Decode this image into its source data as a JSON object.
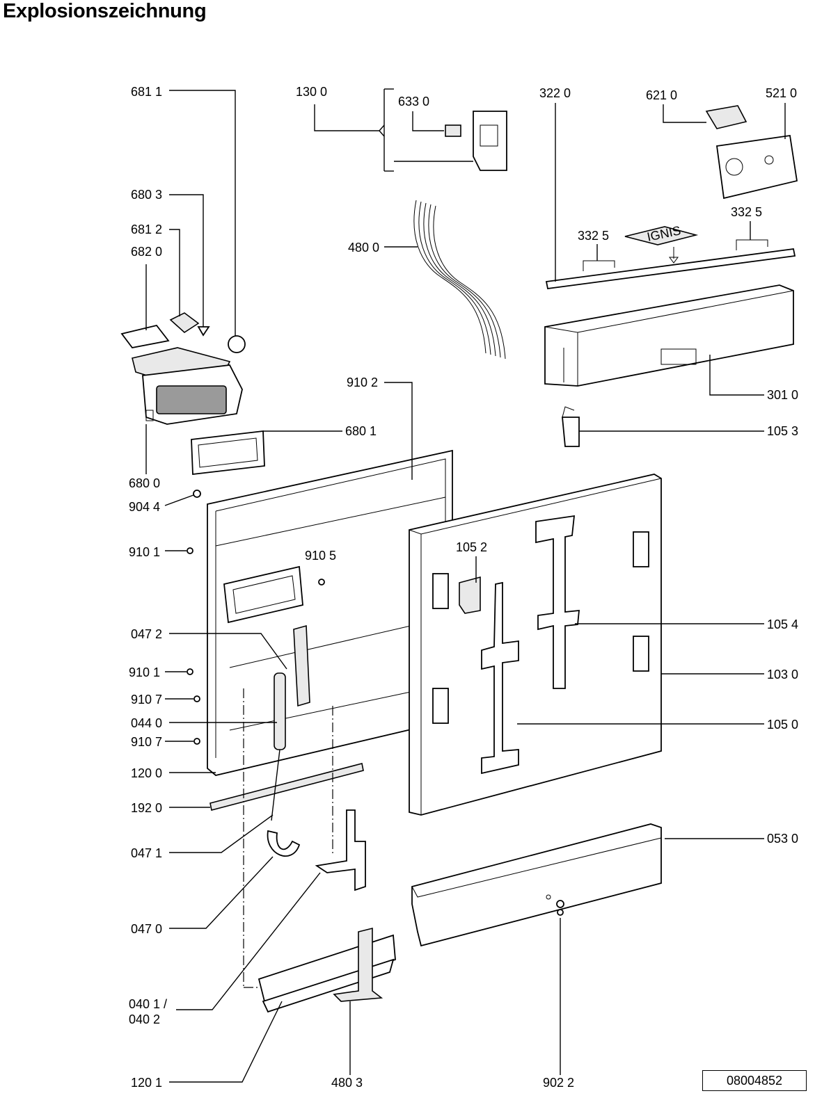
{
  "title": "Explosionszeichnung",
  "document_number": "08004852",
  "labels": {
    "p6811": "681 1",
    "p1300": "130 0",
    "p6330": "633 0",
    "p3220": "322  0",
    "p6210": "621 0",
    "p5210": "521 0",
    "p6803": "680 3",
    "p6812": "681 2",
    "p6820": "682 0",
    "p4800": "480 0",
    "p3325a": "332  5",
    "p3325b": "332  5",
    "p3010": "301 0",
    "p1053": "105 3",
    "p9102": "910 2",
    "p6801": "680 1",
    "p6800": "680 0",
    "p9044": "904 4",
    "p9101a": "910 1",
    "p9105": "910 5",
    "p1052": "105 2",
    "p1054": "105 4",
    "p0472": "047 2",
    "p9101b": "910 1",
    "p1030": "103 0",
    "p9107a": "910 7",
    "p0440": "044 0",
    "p1050": "105 0",
    "p9107b": "910 7",
    "p1200": "120 0",
    "p1920": "192 0",
    "p0530": "053 0",
    "p0471": "047 1",
    "p0470": "047 0",
    "p0401a": "040 1 /",
    "p0401b": "040 2",
    "p1201": "120 1",
    "p4803": "480 3",
    "p9022": "902 2"
  },
  "brand_plate": "IGNIS"
}
